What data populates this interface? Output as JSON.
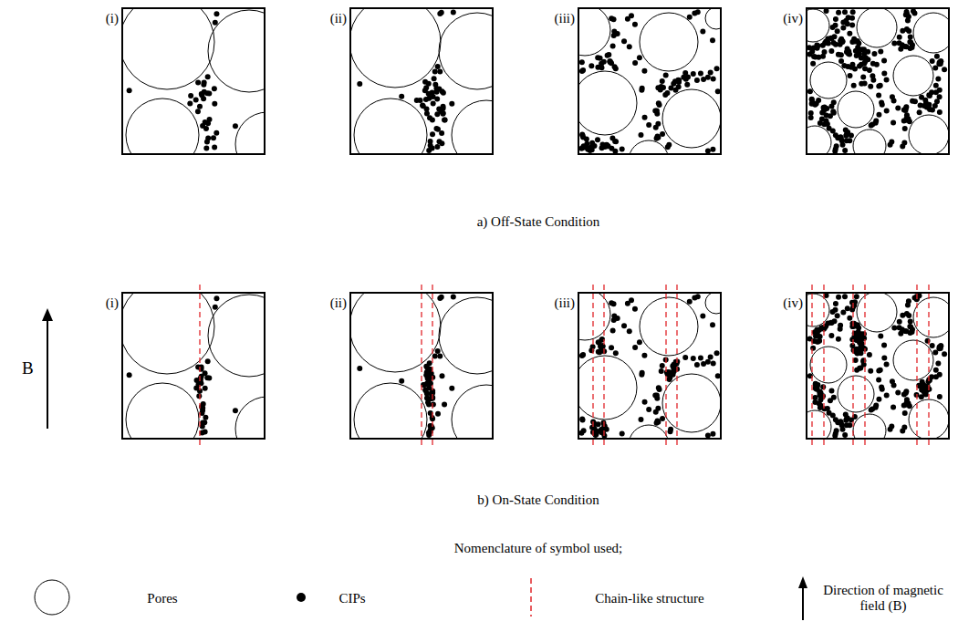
{
  "diagram": {
    "nodes": [
      {
        "text": [
          "(i)"
        ]
      },
      {
        "text": [
          "(ii)"
        ]
      },
      {
        "text": [
          "(iii)"
        ]
      },
      {
        "text": [
          "(iv)"
        ]
      },
      {
        "text": [
          "(i)"
        ]
      },
      {
        "text": [
          "(ii)"
        ]
      },
      {
        "text": [
          "(iii)"
        ]
      },
      {
        "text": [
          "(iv)"
        ]
      }
    ],
    "edges": [],
    "labels": [
      "a) Off-State Condition",
      "b) On-State Condition",
      "B",
      "Nomenclature of symbol used;"
    ],
    "legend": [
      {
        "text": "Pores"
      },
      {
        "text": "CIPs"
      },
      {
        "text": "Chain-like structure"
      },
      {
        "text": "Direction of magnetic field (B)"
      }
    ]
  }
}
